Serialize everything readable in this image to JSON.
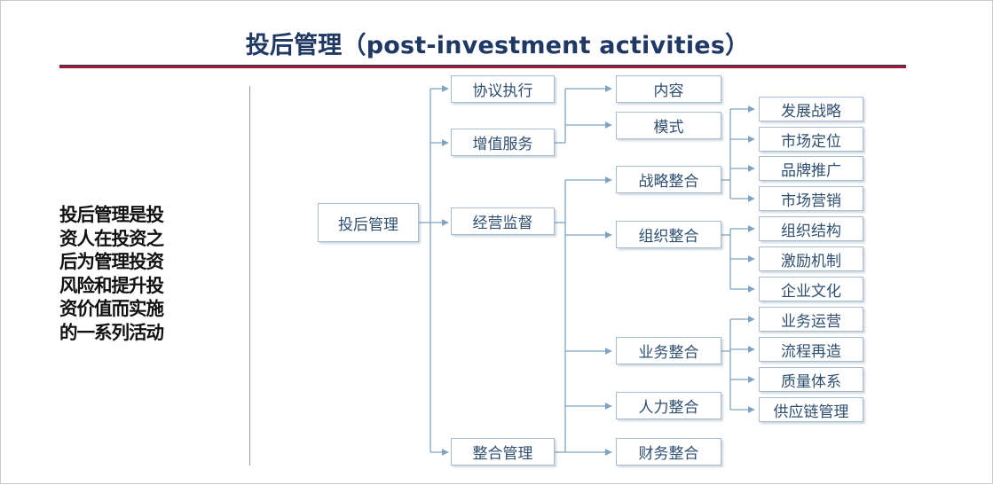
{
  "title": "投后管理（post-investment activities）",
  "definition_lines": [
    "投后管理是投",
    "资人在投资之",
    "后为管理投资",
    "风险和提升投",
    "资价值而实施",
    "的一系列活动"
  ],
  "colors": {
    "title": "#1f3864",
    "rule_red": "#9d1d3a",
    "node_border": "#a6bcd0",
    "node_text": "#2f4f6f",
    "connector": "#7fa3c0"
  },
  "tree": {
    "root": "投后管理",
    "level1": [
      "协议执行",
      "增值服务",
      "经营监督",
      "整合管理"
    ],
    "service_children": [
      "内容",
      "模式"
    ],
    "integration_children": [
      "战略整合",
      "组织整合",
      "业务整合",
      "人力整合",
      "财务整合"
    ],
    "strategy_children": [
      "发展战略",
      "市场定位",
      "品牌推广",
      "市场营销"
    ],
    "organization_children": [
      "组织结构",
      "激励机制",
      "企业文化"
    ],
    "business_children": [
      "业务运营",
      "流程再造",
      "质量体系",
      "供应链管理"
    ]
  }
}
